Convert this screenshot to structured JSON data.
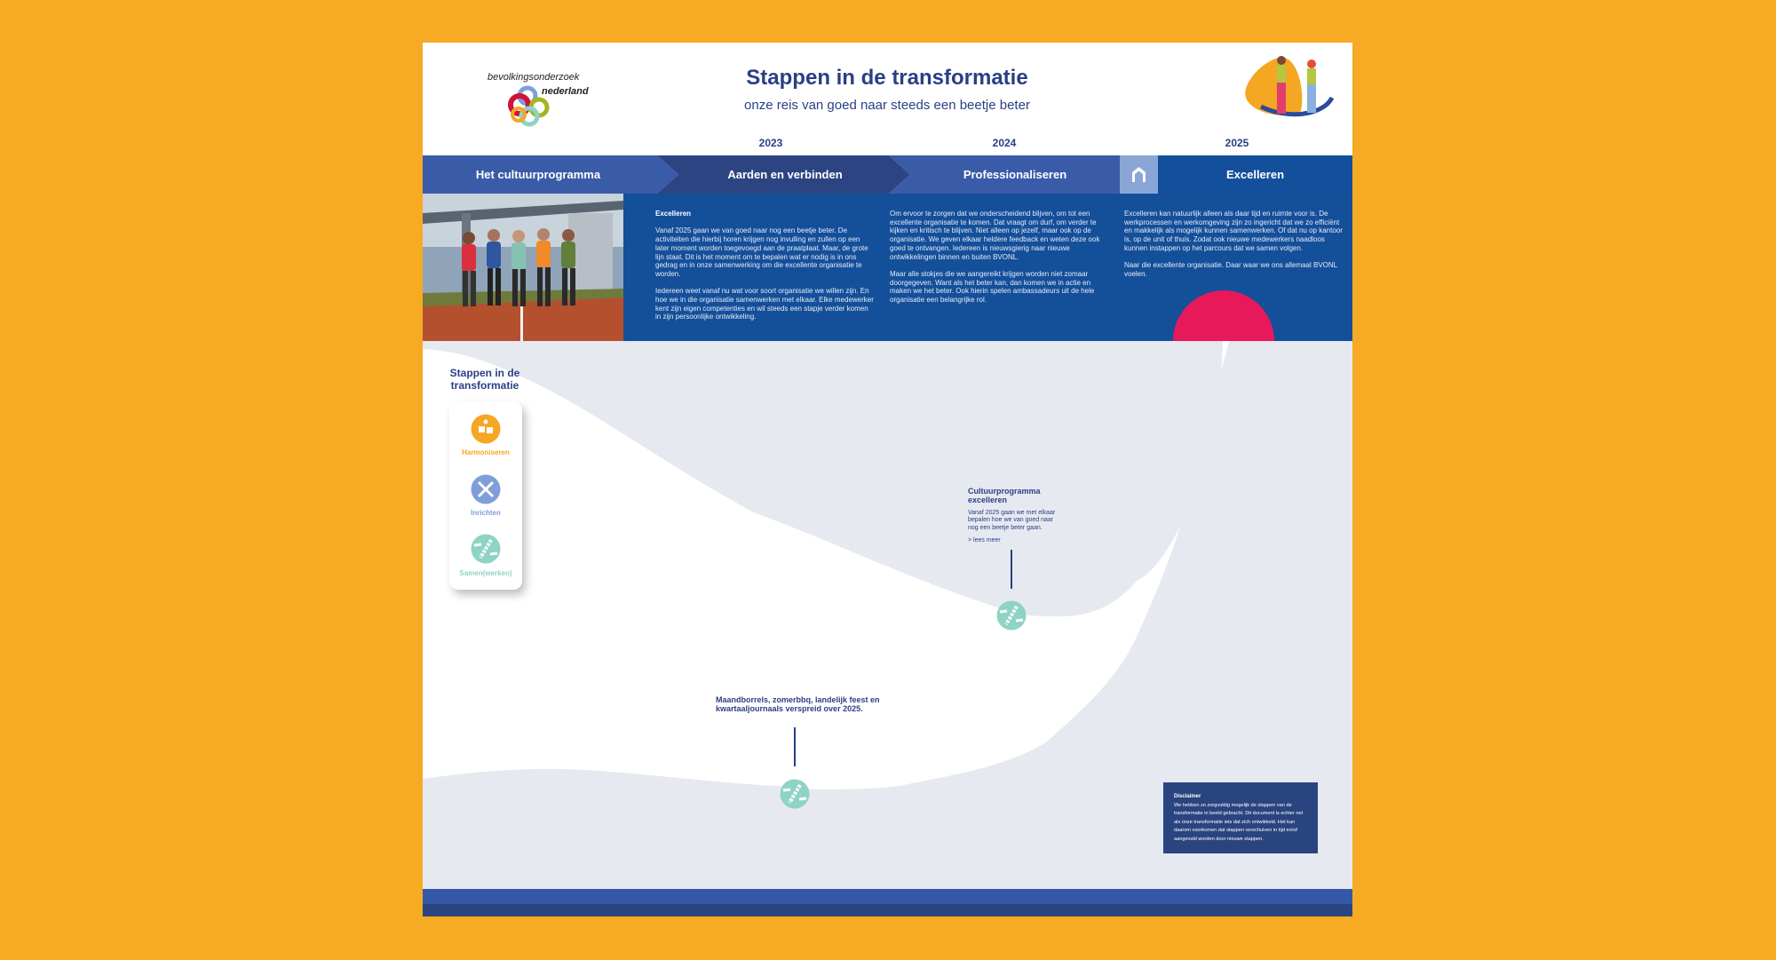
{
  "header": {
    "logo_text_1": "bevolkingsonderzoek",
    "logo_text_2": "nederland",
    "title": "Stappen in de transformatie",
    "subtitle": "onze reis van goed naar steeds een beetje beter",
    "years": [
      "2023",
      "2024",
      "2025"
    ]
  },
  "nav": {
    "items": [
      {
        "label": "Het cultuurprogramma"
      },
      {
        "label": "Aarden en verbinden"
      },
      {
        "label": "Professionaliseren"
      },
      {
        "label": "Excelleren"
      }
    ],
    "home_icon": "home-icon"
  },
  "content": {
    "heading": "Excelleren",
    "col1": [
      "Vanaf 2025 gaan we van goed naar nog een beetje beter. De activiteiten die hierbij horen krijgen nog invulling en zullen op een later moment worden toegevoegd aan de praatplaat. Maar, de grote lijn staat. Dit is het moment om te bepalen wat er nodig is in ons gedrag en in onze samenwerking om die excellente organisatie te worden.",
      "Iedereen weet vanaf nu wat voor soort organisatie we willen zijn. En hoe we in die organisatie samenwerken met elkaar. Elke medewerker kent zijn eigen competenties en wil steeds een stapje verder komen in zijn persoonlijke ontwikkeling."
    ],
    "col2": [
      "Om ervoor te zorgen dat we onderscheidend blijven, om tot een excellente organisatie te komen. Dat vraagt om durf, om verder te kijken en kritisch te blijven. Niet alleen op jezelf, maar ook op de organisatie. We geven elkaar heldere feedback en weten deze ook goed te ontvangen. Iedereen is nieuwsgierig naar nieuwe ontwikkelingen binnen en buiten BVONL.",
      "Maar alle stokjes die we aangereikt krijgen worden niet zomaar doorgegeven. Want als het beter kan, dan komen we in actie en maken we het beter. Ook hierin spelen ambassadeurs uit de hele organisatie een belangrijke rol."
    ],
    "col3": [
      "Excelleren kan natuurlijk alleen als daar tijd en ruimte voor is. De werkprocessen en werkomgeving zijn zo ingericht dat we zo efficiënt en makkelijk als mogelijk kunnen samenwerken. Of dat nu op kantoor is, op de unit of thuis. Zodat ook nieuwe medewerkers naadloos kunnen instappen op het parcours dat we samen volgen.",
      "Naar die excellente organisatie. Daar waar we ons allemaal BVONL voelen."
    ]
  },
  "legend": {
    "title": "Stappen in de transformatie",
    "steps": [
      {
        "label": "Harmoniseren",
        "icon": "puzzle-icon",
        "color": "#f5a623"
      },
      {
        "label": "Inrichten",
        "icon": "ruler-pencil-icon",
        "color": "#7f9fd8"
      },
      {
        "label": "Samen(werken)",
        "icon": "baton-handover-icon",
        "color": "#8ed3c4"
      }
    ]
  },
  "annotations": [
    {
      "title": "Cultuurprogramma excelleren",
      "body": "Vanaf 2025 gaan we met elkaar bepalen hoe we van goed naar nog een beetje beter gaan.",
      "link": "> lees meer"
    },
    {
      "title": "Maandborrels, zomerbbq, landelijk feest en kwartaaljournaals verspreid over 2025."
    }
  ],
  "disclaimer": {
    "title": "Disclaimer",
    "body": "We hebben zo zorgvuldig mogelijk de stappen van de transformatie in beeld gebracht. Dit document is echter net als onze transformatie iets dat zich ontwikkeld. Het kan daarom voorkomen dat stappen verschuiven in tijd en/of aangevuld worden door nieuwe stappen."
  },
  "colors": {
    "background": "#f7aa24",
    "navy": "#2a3f85",
    "blue": "#144f9a",
    "nav_light": "#3a5ba8",
    "nav_dark": "#2c4582",
    "accent_red": "#e8195a",
    "curve_gray": "#e7e9f1"
  }
}
